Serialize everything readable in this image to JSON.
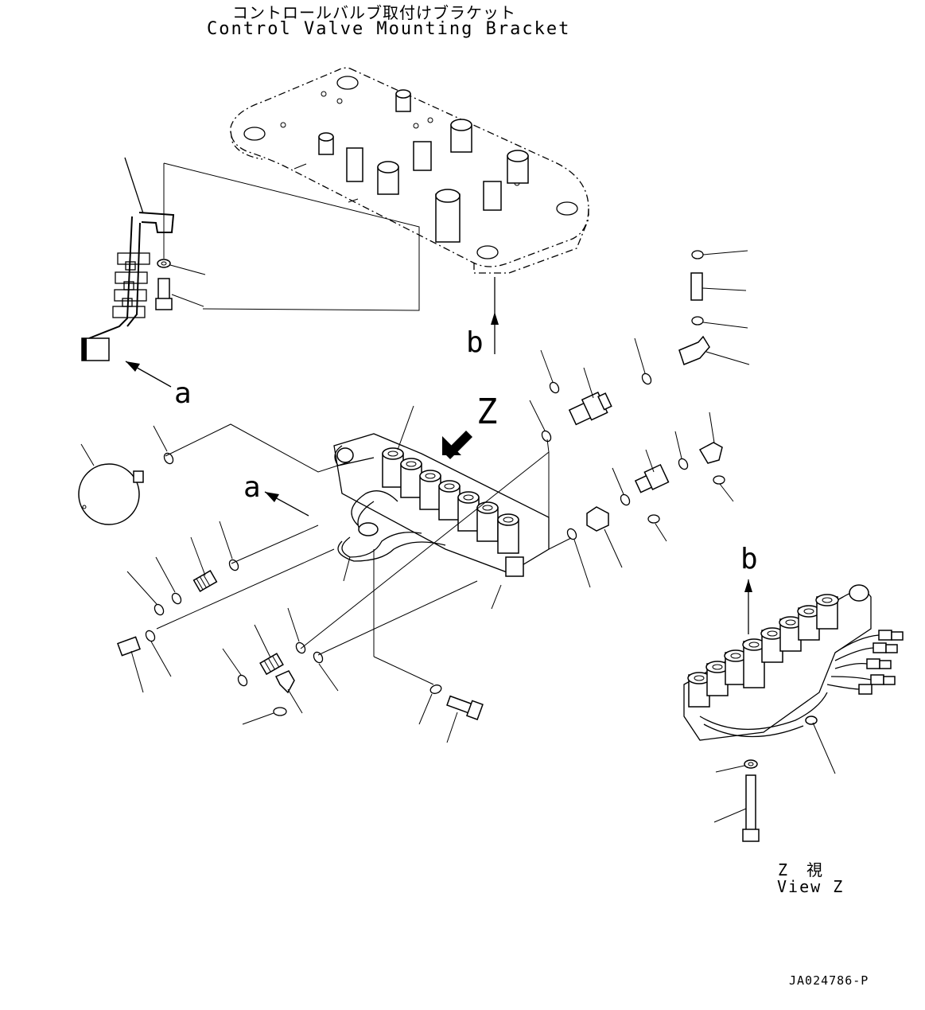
{
  "title": {
    "japanese": "コントロールバルブ取付けブラケット",
    "english": "Control Valve Mounting Bracket"
  },
  "callouts": {
    "a_upper": "a",
    "a_lower": "a",
    "b_upper": "b",
    "b_lower": "b",
    "z": "Z"
  },
  "view": {
    "japanese": "Z　視",
    "english": "View Z"
  },
  "drawing_code": "JA024786-P"
}
